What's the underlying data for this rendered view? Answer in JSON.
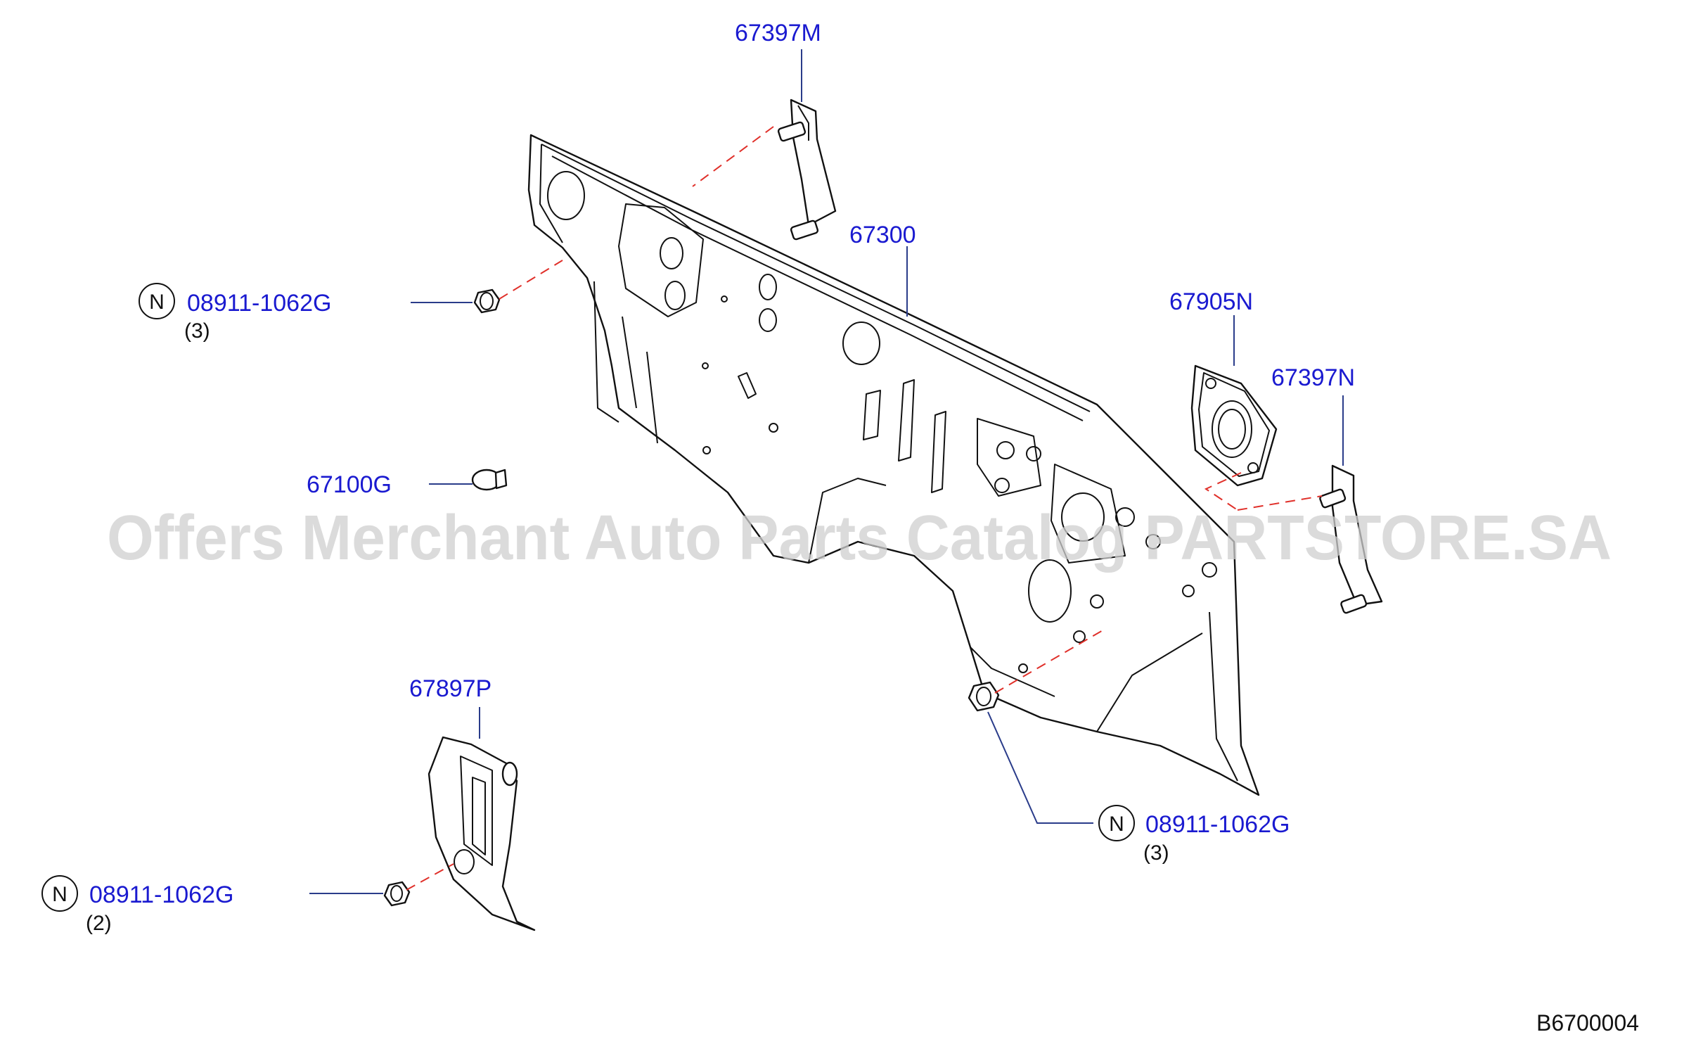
{
  "callouts": {
    "p67397m": "67397M",
    "p67300": "67300",
    "p67905n": "67905N",
    "p67397n": "67397N",
    "p67100g": "67100G",
    "p67897p": "67897P",
    "nut_upper_left": {
      "badge": "N",
      "part": "08911-1062G",
      "qty": "(3)"
    },
    "nut_lower_right": {
      "badge": "N",
      "part": "08911-1062G",
      "qty": "(3)"
    },
    "nut_lower_left": {
      "badge": "N",
      "part": "08911-1062G",
      "qty": "(2)"
    }
  },
  "watermark": "Offers Merchant Auto Parts Catalog PARTSTORE.SA",
  "diagram_code": "B6700004",
  "colors": {
    "part_label": "#1a1ad0",
    "leader": "#2a3c8a",
    "dashed_guide": "#e0302a",
    "watermark": "#cfcfcf"
  }
}
